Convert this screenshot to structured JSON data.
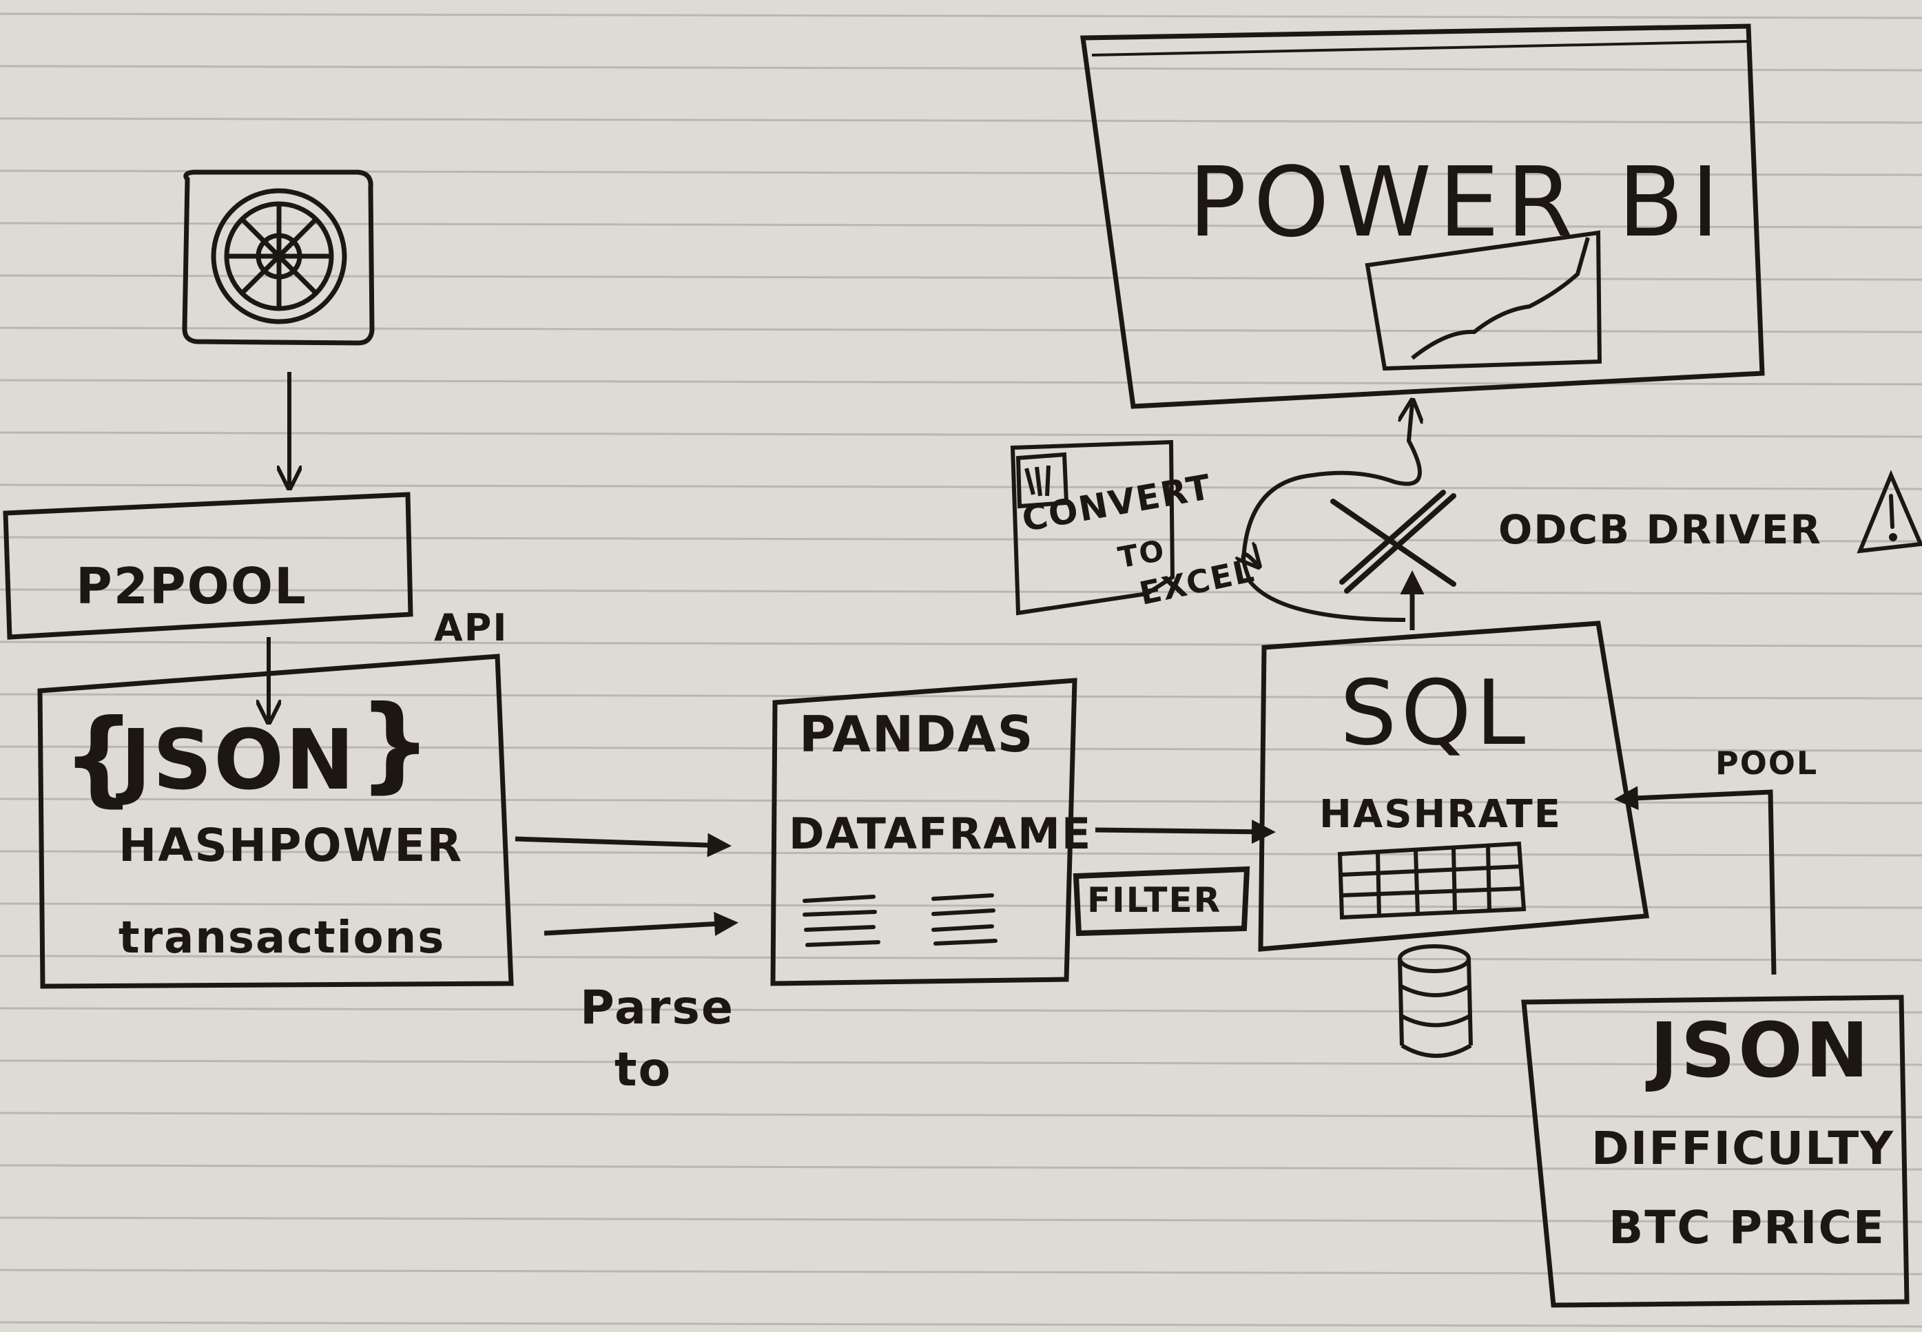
{
  "colors": {
    "paper": "#dddbd3",
    "rule_line": "#b9b7ae",
    "ink": "#1c1713",
    "ink_shadow": "#4a3a30"
  },
  "icons": {
    "miner": "fan-wheel-icon",
    "spreadsheet": "excel-file-icon",
    "database": "database-cylinder-icon",
    "warning": "warning-triangle-icon",
    "chart": "line-chart-icon"
  },
  "source": {
    "p2pool": "P2POOL",
    "api": "API",
    "json_brace_open": "{",
    "json_title": "JSON",
    "json_brace_close": "}",
    "field_1": "HASHPOWER",
    "field_2": "transactions"
  },
  "parse": {
    "line_1": "Parse",
    "line_2": "to"
  },
  "pandas": {
    "title": "PANDAS",
    "subtitle": "DATAFRAME"
  },
  "filter": "FILTER",
  "sql": {
    "title": "SQL",
    "table": "HASHRATE"
  },
  "excel": {
    "line_1": "CONVERT",
    "line_2": "TO",
    "line_3": "EXCEL"
  },
  "driver": "ODCB DRIVER",
  "powerbi": {
    "title": "POWER BI"
  },
  "pool_label": "POOL",
  "external_json": {
    "title": "JSON",
    "field_1": "DIFFICULTY",
    "field_2": "BTC PRICE"
  }
}
